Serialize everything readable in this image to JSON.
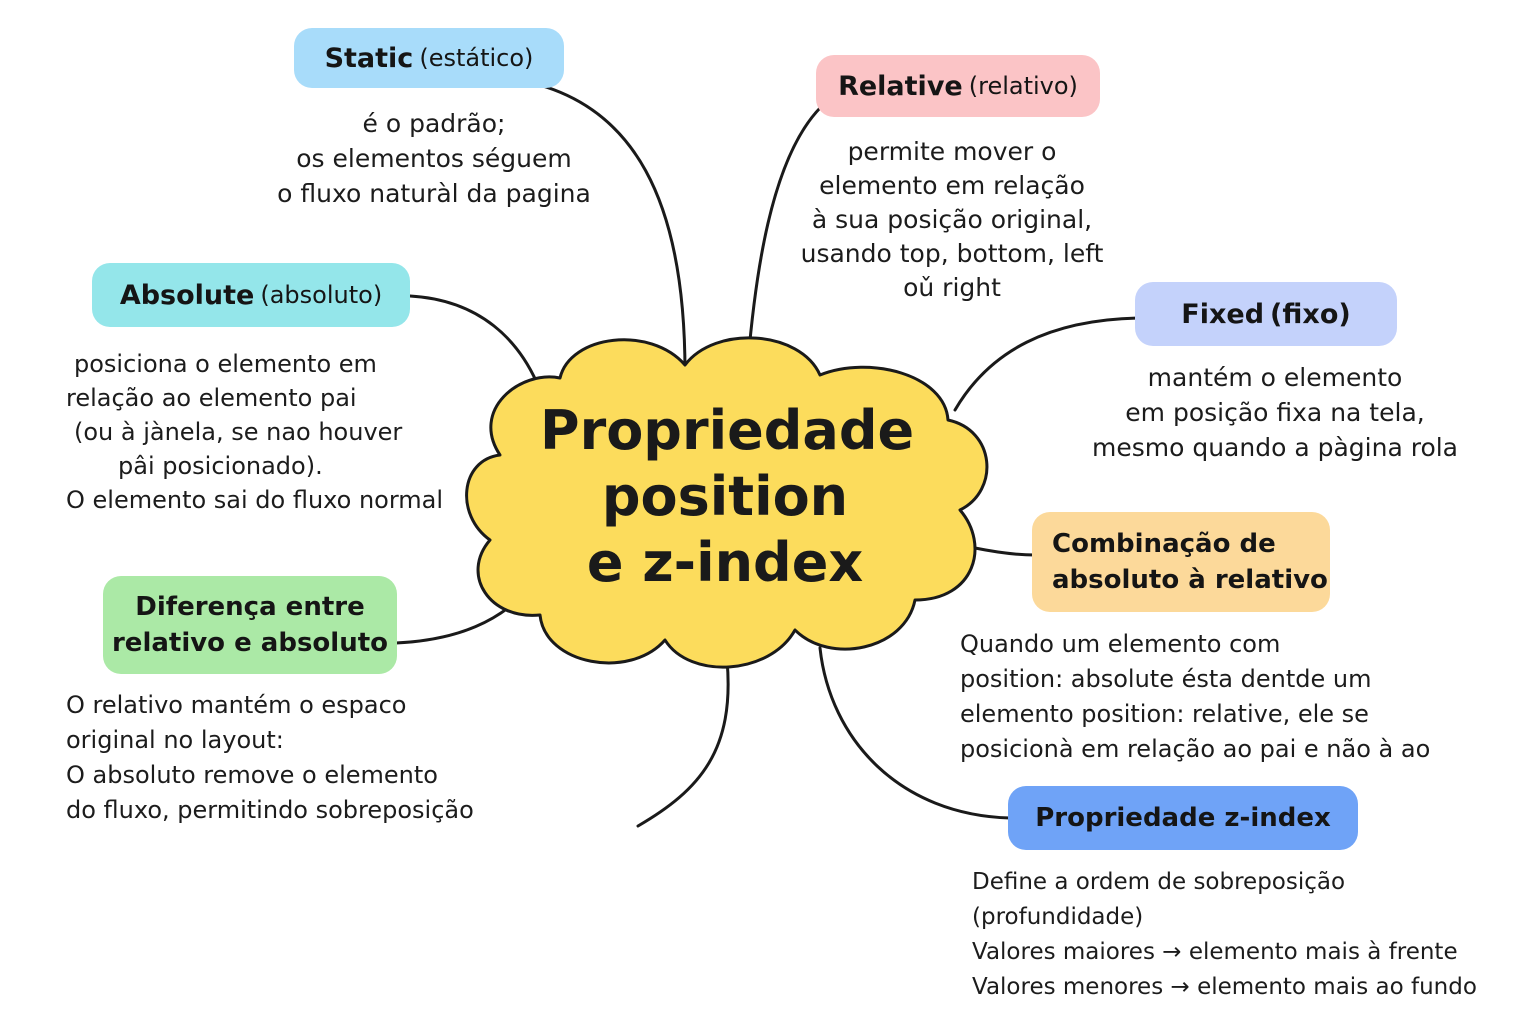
{
  "center": {
    "lines": [
      "Propriedade",
      "position",
      "e z-index"
    ]
  },
  "nodes": {
    "static": {
      "title": "Static",
      "subtitle": "(estático)",
      "color": "#a8dcfa",
      "desc": [
        "é o padrão;",
        "os elementos séguem",
        "o fluxo naturàl da pagina"
      ]
    },
    "relative": {
      "title": "Relative",
      "subtitle": "(relativo)",
      "color": "#fbc4c6",
      "desc": [
        "permite mover o",
        "elemento em relação",
        "à sua posição original,",
        "usando top, bottom, left",
        "oǔ right"
      ]
    },
    "absolute": {
      "title": "Absolute",
      "subtitle": "(absoluto)",
      "color": "#94e6ea",
      "desc": [
        "posiciona o elemento em",
        "relação ao elemento pai",
        "(ou à jànela, se nao houver",
        "pâi posicionado).",
        "O elemento sai do fluxo normal"
      ]
    },
    "fixed": {
      "title": "Fixed",
      "subtitle": "(fixo)",
      "color": "#c4d2fb",
      "desc": [
        "mantém o elemento",
        "em posição fixa na tela,",
        "mesmo quando a pàgina rola"
      ]
    },
    "combinacao": {
      "title_lines": [
        "Combinação de",
        "absoluto à relativo"
      ],
      "color": "#fcd99a",
      "desc": [
        "Quando um elemento com",
        "position: absolute ésta dentde um",
        "elemento position: relative, ele se",
        "posicionà em relação ao pai e não à ao"
      ]
    },
    "diferenca": {
      "title_lines": [
        "Diferença entre",
        "relativo e absoluto"
      ],
      "color": "#abe9a6",
      "desc": [
        "O relativo mantém o espaco",
        "original no layout:",
        "O absoluto remove o elemento",
        "do fluxo, permitindo sobreposição"
      ]
    },
    "zindex": {
      "title": "Propriedade z-index",
      "color": "#6fa3f7",
      "desc": [
        "Define a ordem de sobreposição",
        "(profundidade)",
        "Valores maiores → elemento mais à frente",
        "Valores menores → elemento mais ao fundo"
      ]
    }
  },
  "colors": {
    "cloud_fill": "#fcdc5c",
    "cloud_stroke": "#1a1a1a",
    "line": "#1a1a1a"
  }
}
